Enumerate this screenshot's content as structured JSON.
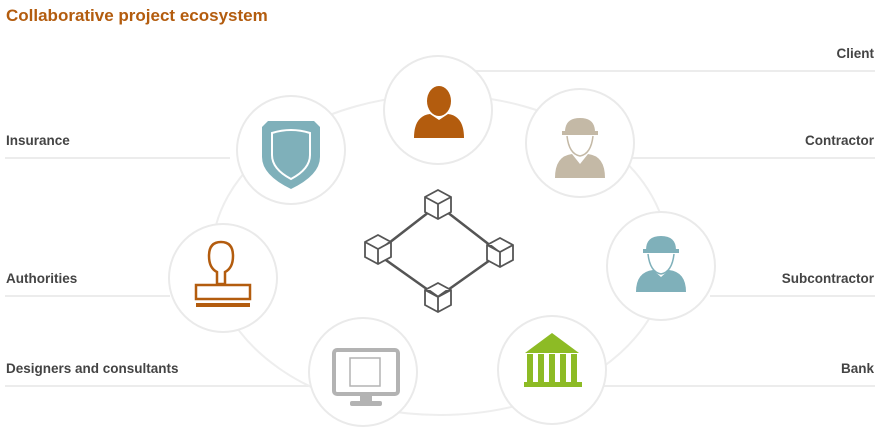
{
  "title": "Collaborative project ecosystem",
  "center": {
    "icon": "blockchain-network-icon"
  },
  "stakeholders": [
    {
      "label": "Client",
      "icon": "person-icon",
      "color": "#b35c0e"
    },
    {
      "label": "Contractor",
      "icon": "worker-tie-icon",
      "color": "#c4b9a6"
    },
    {
      "label": "Subcontractor",
      "icon": "worker-icon",
      "color": "#7fb0ba"
    },
    {
      "label": "Bank",
      "icon": "bank-icon",
      "color": "#8dbb25"
    },
    {
      "label": "Designers and consultants",
      "icon": "monitor-blueprint-icon",
      "color": "#b3b3b3"
    },
    {
      "label": "Authorities",
      "icon": "stamp-icon",
      "color": "#b35c0e"
    },
    {
      "label": "Insurance",
      "icon": "shield-icon",
      "color": "#7fb0ba"
    }
  ]
}
